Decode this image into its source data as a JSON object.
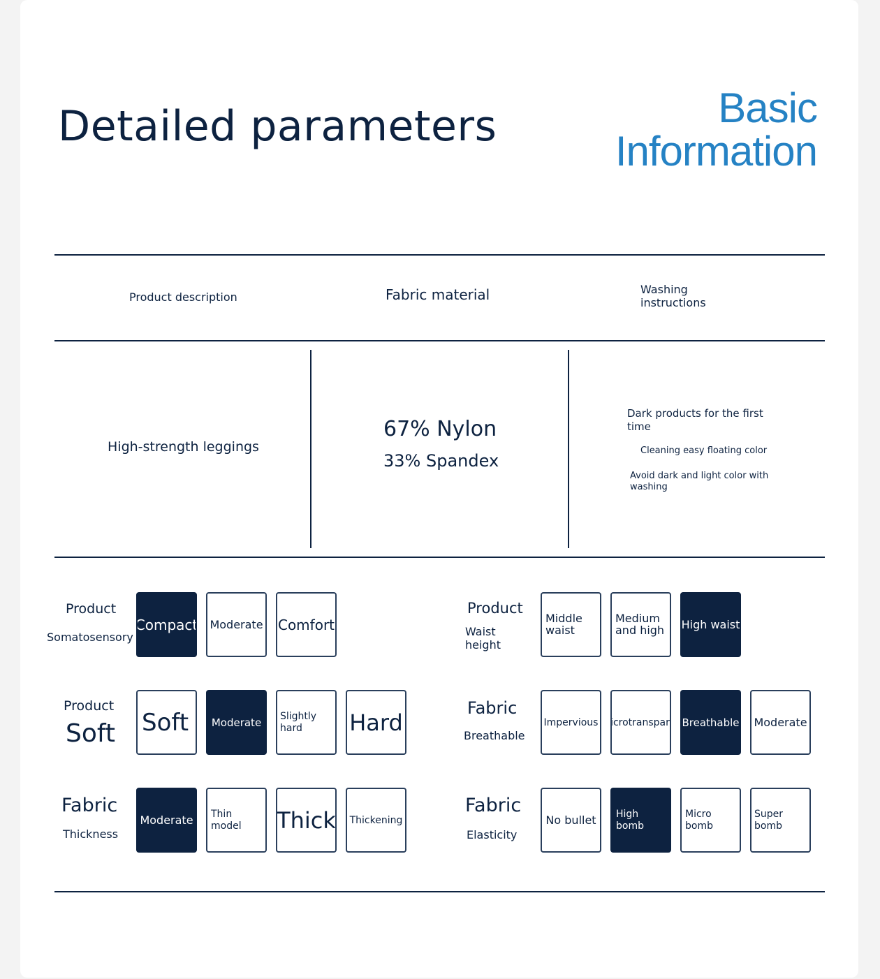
{
  "header": {
    "title": "Detailed parameters",
    "basic_line1": "Basic",
    "basic_line2": "Information"
  },
  "table": {
    "headers": [
      "Product description",
      "Fabric material",
      "Washing instructions"
    ],
    "description": "High-strength leggings",
    "fabric_line1": "67% Nylon",
    "fabric_line2": "33% Spandex",
    "washing": [
      "Dark products for the first time",
      "Cleaning easy floating color",
      "Avoid dark and light color with washing"
    ]
  },
  "params": {
    "somatosensory": {
      "label1": "Product",
      "label2": "Somatosensory",
      "options": [
        "Compact",
        "Moderate",
        "Comfort"
      ],
      "selected": "Compact"
    },
    "waist": {
      "label1": "Product",
      "label2": "Waist height",
      "options": [
        "Middle waist",
        "Medium and high",
        "High waist"
      ],
      "selected": "High waist"
    },
    "soft": {
      "label1": "Product",
      "label2": "Soft",
      "options": [
        "Soft",
        "Moderate",
        "Slightly hard",
        "Hard"
      ],
      "selected": "Moderate"
    },
    "breathable": {
      "label1": "Fabric",
      "label2": "Breathable",
      "options": [
        "Impervious",
        "Microtransparent",
        "Breathable",
        "Moderate"
      ],
      "selected": "Breathable"
    },
    "thickness": {
      "label1": "Fabric",
      "label2": "Thickness",
      "options": [
        "Moderate",
        "Thin model",
        "Thick",
        "Thickening"
      ],
      "selected": "Moderate"
    },
    "elasticity": {
      "label1": "Fabric",
      "label2": "Elasticity",
      "options": [
        "No bullet",
        "High bomb",
        "Micro bomb",
        "Super bomb"
      ],
      "selected": "High bomb"
    }
  },
  "colors": {
    "navy": "#0d2240",
    "accent_blue": "#2582c4",
    "background": "#ffffff"
  }
}
